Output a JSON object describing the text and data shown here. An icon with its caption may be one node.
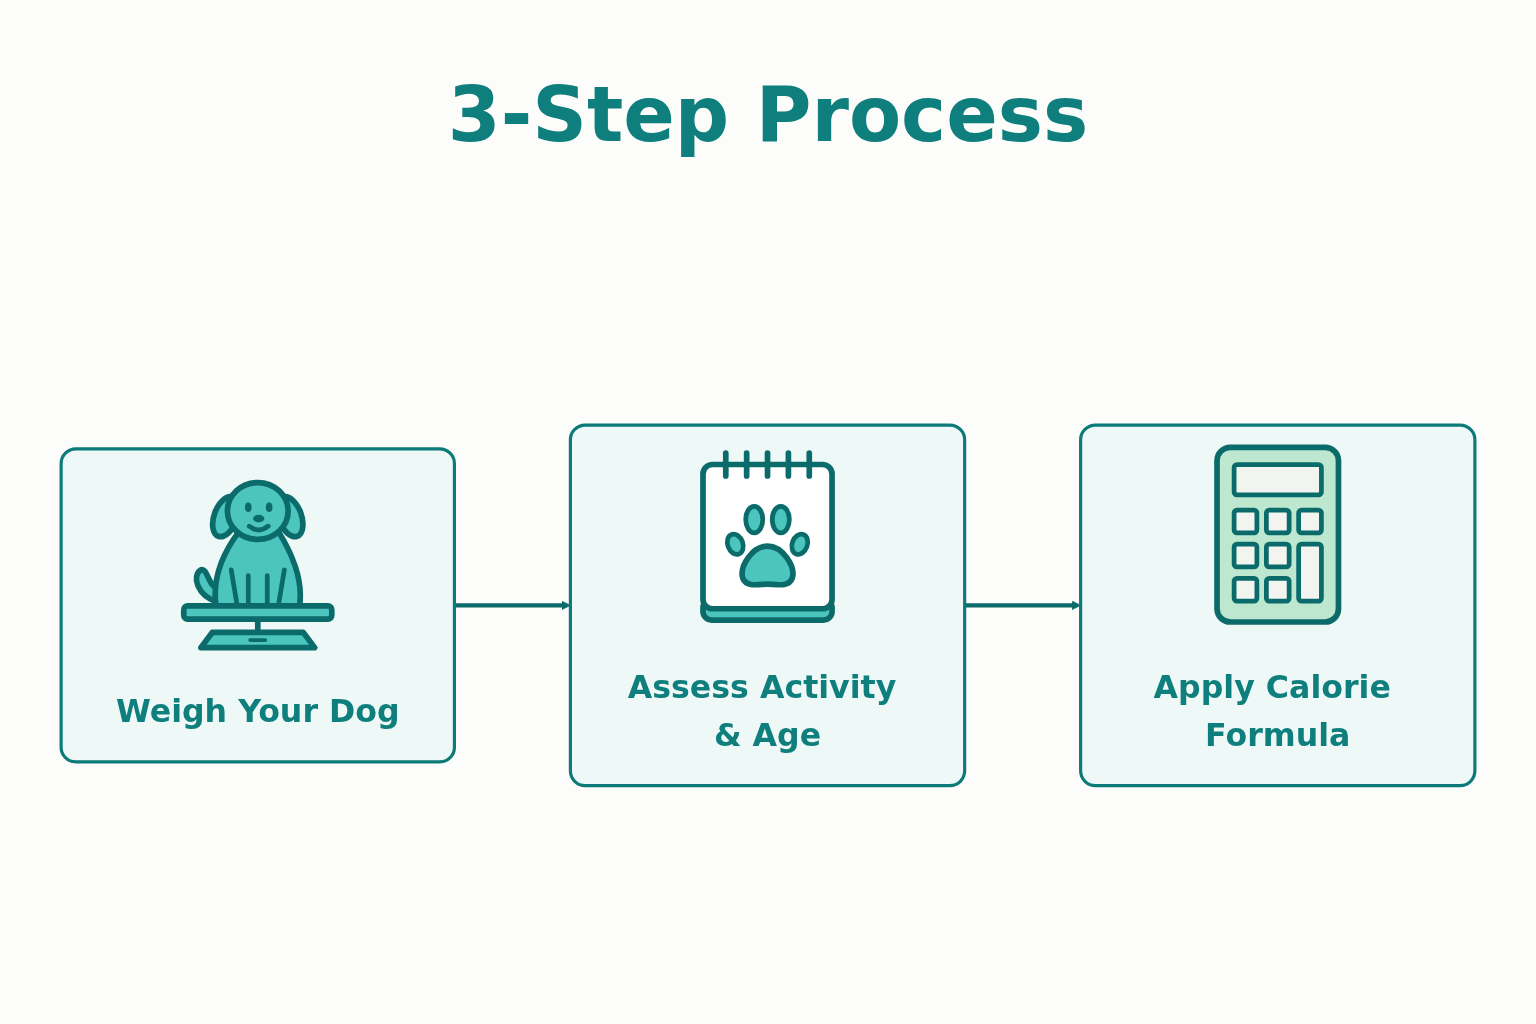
{
  "diagram": {
    "title": "3-Step Process",
    "nodes": [
      {
        "text": [
          "Weigh Your Dog"
        ]
      },
      {
        "text": [
          "Assess Activity & Age"
        ]
      },
      {
        "text": [
          "Apply Calorie Formula"
        ]
      }
    ],
    "edges": [
      {
        "from": 0,
        "to": 1,
        "arrow": "to"
      },
      {
        "from": 1,
        "to": 2,
        "arrow": "to"
      }
    ]
  }
}
